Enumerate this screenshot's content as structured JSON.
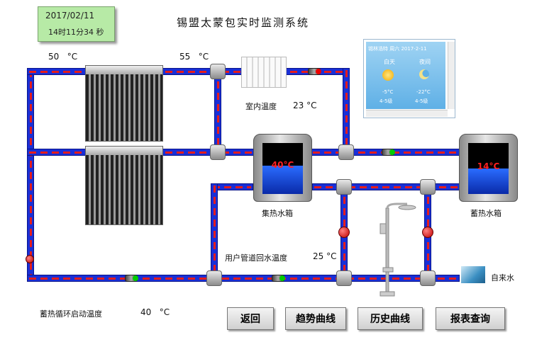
{
  "header": {
    "title": "锡盟太蒙包实时监测系统",
    "date": "2017/02/11",
    "time": "14时11分34 秒",
    "panel_color": "#b7eaa6"
  },
  "temps": {
    "collector_top": "50",
    "collector_out": "55",
    "indoor_label": "室内温度",
    "indoor": "23",
    "return_label": "用户管道回水温度",
    "return": "25",
    "start_label": "蓄热循环启动温度",
    "start": "40",
    "unit": "°C"
  },
  "tanks": {
    "collector": {
      "label": "集热水箱",
      "value": "40",
      "unit": "°C"
    },
    "storage": {
      "label": "蓄热水箱",
      "value": "14",
      "unit": "°C"
    }
  },
  "tap_water_label": "自来水",
  "weather": {
    "header_text": "锡林浩特 周六  2017-2-11",
    "day_label": "白天",
    "night_label": "夜间",
    "day_temp": "-5°C",
    "night_temp": "-22°C",
    "day_wind": "4-5级",
    "night_wind": "4-5级"
  },
  "buttons": {
    "back": "返回",
    "trend": "趋势曲线",
    "history": "历史曲线",
    "report": "报表查询"
  },
  "colors": {
    "pipe": "#1a2fd6",
    "flow": "#e51c1c",
    "water": "#2a6cff"
  }
}
